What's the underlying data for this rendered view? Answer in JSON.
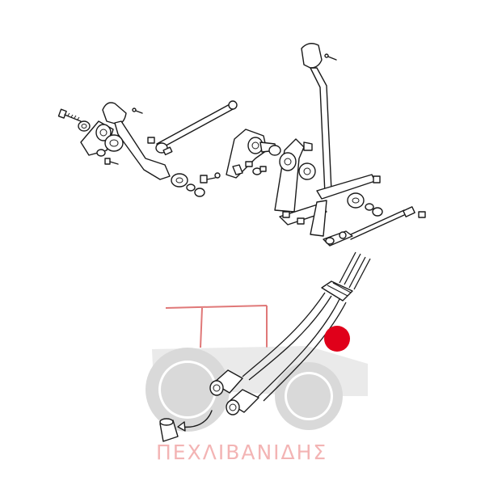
{
  "watermark": {
    "text": "ΠΕΧΛΙΒΑΝΙΔΗΣ",
    "text_color": "#f3b4b4",
    "tractor_color": "#d9d9d9",
    "frame_color": "#e07878"
  },
  "callout": {
    "color": "#e0001a",
    "kind": "red-dot-marker"
  },
  "drawing": {
    "style": "exploded parts diagram",
    "line_color": "#1a1a1a"
  }
}
